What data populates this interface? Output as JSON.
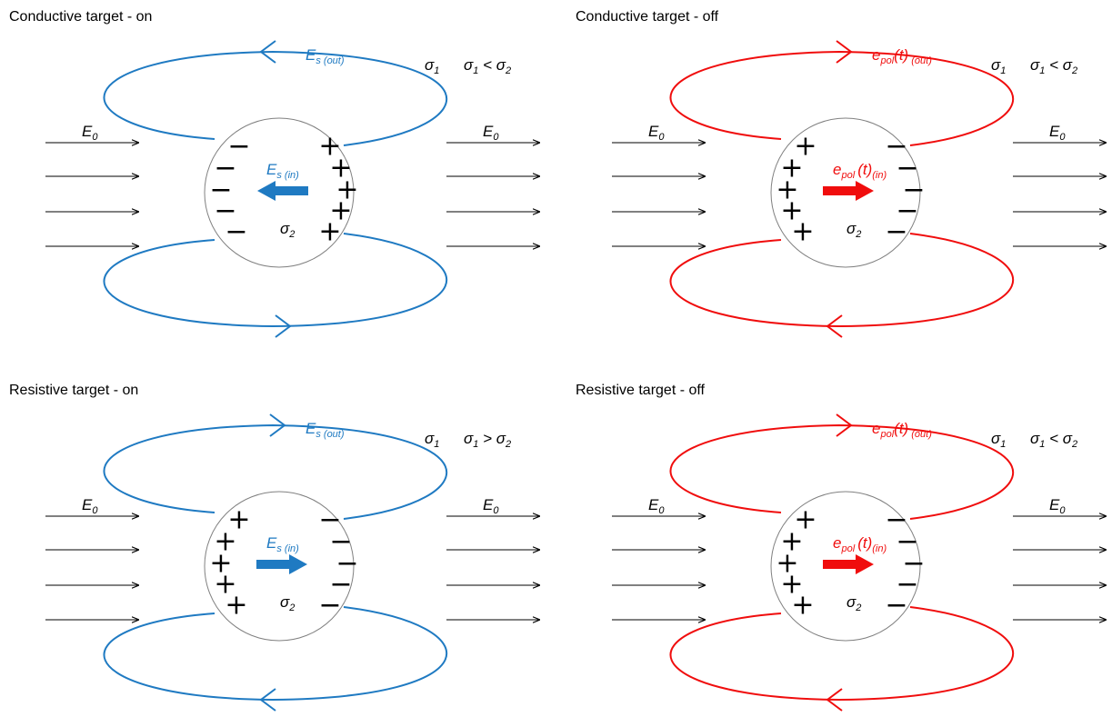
{
  "colors": {
    "on": "#1f7ac2",
    "off": "#f00d0d",
    "text": "#000000",
    "circle": "#808080"
  },
  "glyphs": {
    "plus": "+",
    "minus": "−",
    "sigma": "σ"
  },
  "common": {
    "e0_main": "E",
    "e0_sub": "0",
    "sigma1_sub": "1",
    "sigma2_sub": "2"
  },
  "panels": [
    {
      "id": "conductive-on",
      "title": "Conductive target - on",
      "relation": "σ₁ < σ₂",
      "relation_op": "<",
      "color": "on",
      "loop_direction": "counterclockwise",
      "inner_arrow": "left",
      "out_label": {
        "main": "E",
        "sub": "s (out)",
        "main_after": "",
        "sub_after": ""
      },
      "in_label": {
        "main": "E",
        "sub": "s (in)",
        "main_after": "",
        "sub_after": ""
      },
      "left_charge": "minus",
      "right_charge": "plus"
    },
    {
      "id": "conductive-off",
      "title": "Conductive target - off",
      "relation": "σ₁ < σ₂",
      "relation_op": "<",
      "color": "off",
      "loop_direction": "clockwise",
      "inner_arrow": "right",
      "out_label": {
        "main": "e",
        "sub": "pol",
        "main_after": "(t)",
        "sub_after": " (out)"
      },
      "in_label": {
        "main": "e",
        "sub": "pol ",
        "main_after": "(t)",
        "sub_after": "(in)"
      },
      "left_charge": "plus",
      "right_charge": "minus"
    },
    {
      "id": "resistive-on",
      "title": "Resistive target - on",
      "relation": "σ₁ > σ₂",
      "relation_op": ">",
      "color": "on",
      "loop_direction": "clockwise",
      "inner_arrow": "right",
      "out_label": {
        "main": "E",
        "sub": "s (out)",
        "main_after": "",
        "sub_after": ""
      },
      "in_label": {
        "main": "E",
        "sub": "s (in)",
        "main_after": "",
        "sub_after": ""
      },
      "left_charge": "plus",
      "right_charge": "minus"
    },
    {
      "id": "resistive-off",
      "title": "Resistive target - off",
      "relation": "σ₁ < σ₂",
      "relation_op": "<",
      "color": "off",
      "loop_direction": "clockwise",
      "inner_arrow": "right",
      "out_label": {
        "main": "e",
        "sub": "pol",
        "main_after": "(t)",
        "sub_after": " (out)"
      },
      "in_label": {
        "main": "e",
        "sub": "pol ",
        "main_after": "(t)",
        "sub_after": "(in)"
      },
      "left_charge": "plus",
      "right_charge": "minus"
    }
  ]
}
